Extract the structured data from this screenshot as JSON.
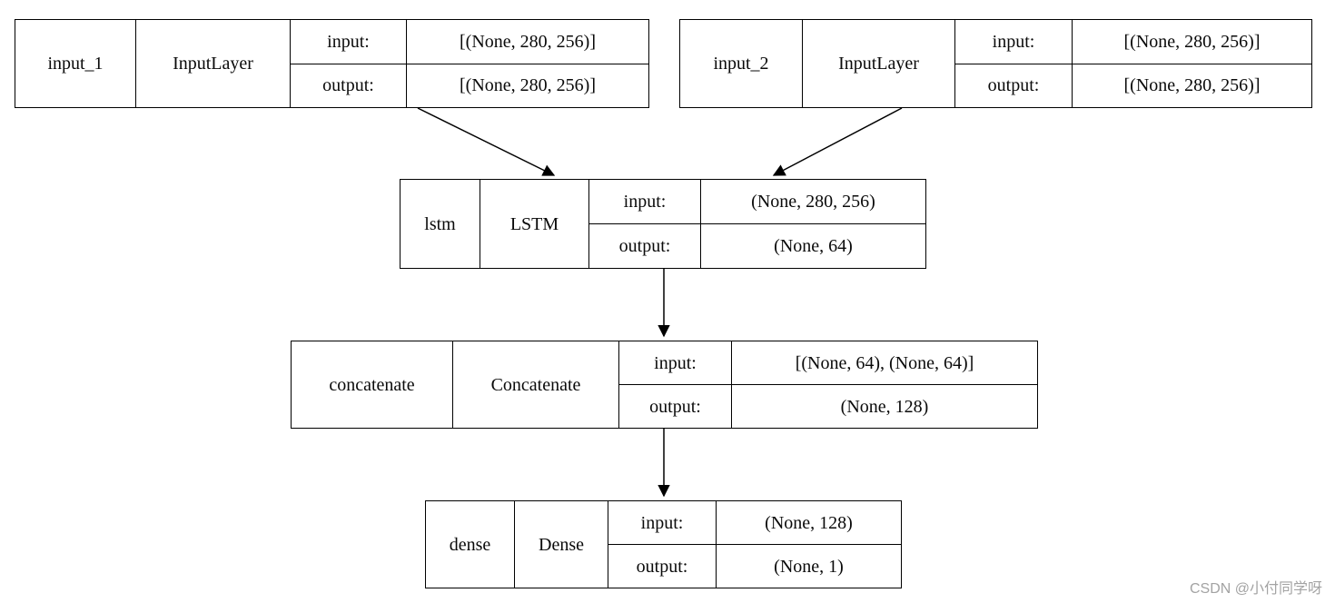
{
  "diagram": {
    "title": "keras-model-plot",
    "row_labels": {
      "input": "input:",
      "output": "output:"
    },
    "nodes": [
      {
        "id": "input_1",
        "name": "input_1",
        "layer_class": "InputLayer",
        "input_shape": "[(None, 280, 256)]",
        "output_shape": "[(None, 280, 256)]"
      },
      {
        "id": "input_2",
        "name": "input_2",
        "layer_class": "InputLayer",
        "input_shape": "[(None, 280, 256)]",
        "output_shape": "[(None, 280, 256)]"
      },
      {
        "id": "lstm",
        "name": "lstm",
        "layer_class": "LSTM",
        "input_shape": "(None, 280, 256)",
        "output_shape": "(None, 64)"
      },
      {
        "id": "concatenate",
        "name": "concatenate",
        "layer_class": "Concatenate",
        "input_shape": "[(None, 64), (None, 64)]",
        "output_shape": "(None, 128)"
      },
      {
        "id": "dense",
        "name": "dense",
        "layer_class": "Dense",
        "input_shape": "(None, 128)",
        "output_shape": "(None, 1)"
      }
    ],
    "edges": [
      {
        "from": "input_1",
        "to": "lstm"
      },
      {
        "from": "input_2",
        "to": "lstm"
      },
      {
        "from": "lstm",
        "to": "concatenate"
      },
      {
        "from": "concatenate",
        "to": "dense"
      }
    ],
    "colors": {
      "line": "#000000",
      "background": "#ffffff",
      "watermark_text": "#a3a3a3"
    }
  },
  "watermark": "CSDN @小付同学呀"
}
